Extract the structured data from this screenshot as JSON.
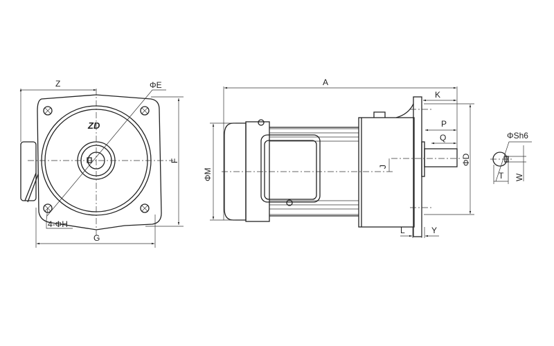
{
  "front_view": {
    "logo": "ZD",
    "labels": {
      "z": "Z",
      "phi_e": "ΦE",
      "f": "F",
      "g": "G",
      "holes": "4-ΦH"
    }
  },
  "side_view": {
    "labels": {
      "a": "A",
      "k": "K",
      "p": "P",
      "q": "Q",
      "phi_d": "ΦD",
      "phi_m": "ΦM",
      "j": "J",
      "l": "L",
      "y": "Y"
    }
  },
  "shaft_detail": {
    "labels": {
      "phi_s": "ΦSh6",
      "t": "T",
      "w": "W"
    }
  }
}
